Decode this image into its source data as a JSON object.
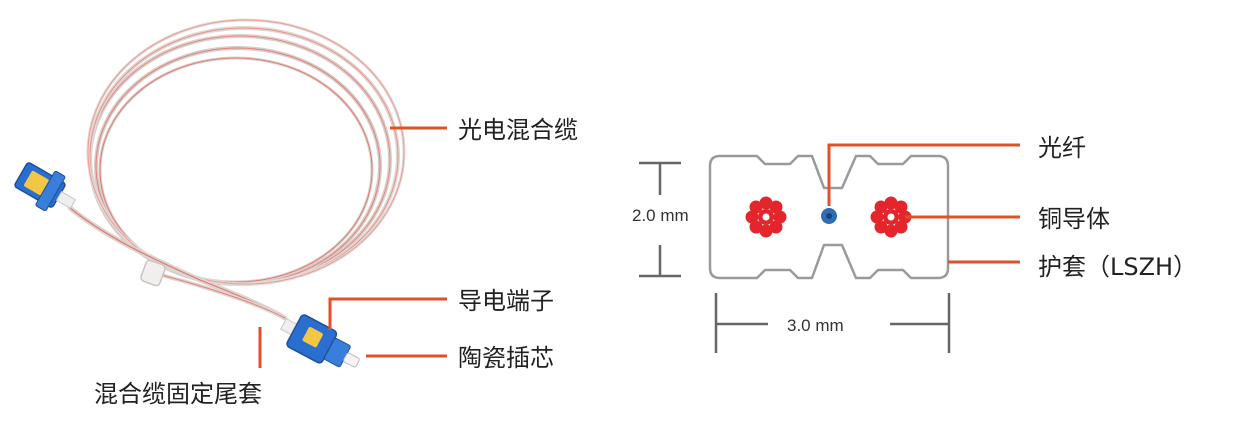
{
  "colors": {
    "leader": "#e0512a",
    "copper": "#e4262c",
    "fiber": "#2f6db5",
    "jacket_stroke": "#9a9a9a",
    "connector_blue": "#2a6fd0",
    "dimension": "#666666"
  },
  "left_labels": {
    "hybrid_cable": "光电混合缆",
    "conductive_terminal": "导电端子",
    "ceramic_ferrule": "陶瓷插芯",
    "cable_boot": "混合缆固定尾套"
  },
  "right_labels": {
    "fiber": "光纤",
    "copper_conductor": "铜导体",
    "jacket": "护套（LSZH）"
  },
  "dimensions": {
    "height": "2.0 mm",
    "width": "3.0 mm"
  },
  "icons": {
    "connector": "sc-connector-icon",
    "copper": "stranded-copper-icon"
  }
}
